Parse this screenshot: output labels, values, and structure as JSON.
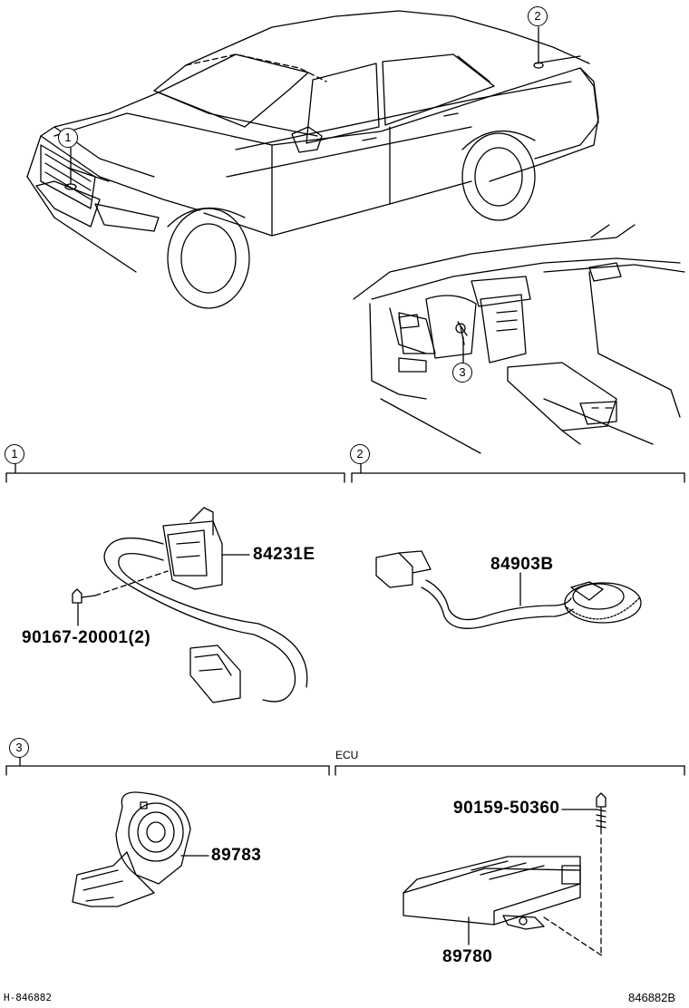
{
  "callouts": {
    "one": "1",
    "two": "2",
    "three": "3",
    "ecu": "ECU"
  },
  "parts": {
    "horn_wire_connector": "84231E",
    "bolt_1": "90167-20001(2)",
    "antenna_cord": "84903B",
    "key_sensor": "89783",
    "bolt_2": "90159-50360",
    "ecu_unit": "89780"
  },
  "footer": {
    "left_code": "H-846882",
    "right_code": "846882B"
  }
}
